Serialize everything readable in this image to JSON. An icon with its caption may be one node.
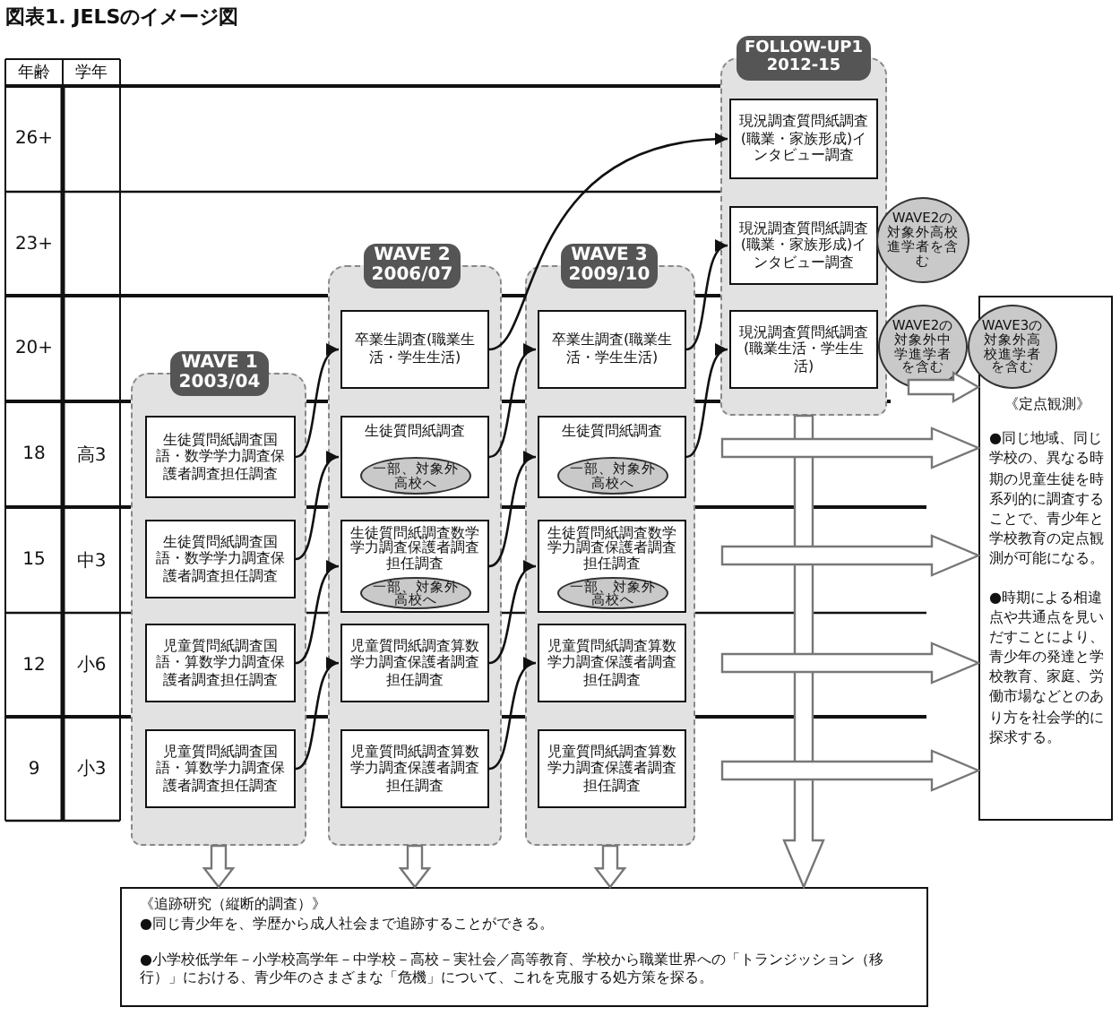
{
  "diagram": {
    "title": "図表1. JELSのイメージ図",
    "nodes": [
      {
        "text": [
          "WAVE 1 2003/04"
        ]
      },
      {
        "text": [
          "生徒質問紙調査国語・数学学力調査保護者調査担任調査"
        ],
        "in": 0
      },
      {
        "text": [
          "生徒質問紙調査国語・数学学力調査保護者調査担任調査"
        ],
        "in": 0
      },
      {
        "text": [
          "児童質問紙調査国語・算数学力調査保護者調査担任調査"
        ],
        "in": 0
      },
      {
        "text": [
          "児童質問紙調査国語・算数学力調査保護者調査担任調査"
        ],
        "in": 0
      },
      {
        "text": [
          "WAVE 2 2006/07"
        ]
      },
      {
        "text": [
          "卒業生調査(職業生活・学生生活)"
        ],
        "in": 5
      },
      {
        "text": [
          "生徒質問紙調査"
        ],
        "in": 5
      },
      {
        "text": [
          "一部、対象外高校へ"
        ],
        "in": 7
      },
      {
        "text": [
          "生徒質問紙調査数学学力調査保護者調査担任調査"
        ],
        "in": 5
      },
      {
        "text": [
          "一部、対象外高校へ"
        ],
        "in": 9
      },
      {
        "text": [
          "児童質問紙調査算数学力調査保護者調査担任調査"
        ],
        "in": 5
      },
      {
        "text": [
          "児童質問紙調査算数学力調査保護者調査担任調査"
        ],
        "in": 5
      },
      {
        "text": [
          "WAVE 3 2009/10"
        ]
      },
      {
        "text": [
          "卒業生調査(職業生活・学生生活)"
        ],
        "in": 13
      },
      {
        "text": [
          "生徒質問紙調査"
        ],
        "in": 13
      },
      {
        "text": [
          "一部、対象外高校へ"
        ],
        "in": 15
      },
      {
        "text": [
          "生徒質問紙調査数学学力調査保護者調査担任調査"
        ],
        "in": 13
      },
      {
        "text": [
          "一部、対象外高校へ"
        ],
        "in": 17
      },
      {
        "text": [
          "児童質問紙調査算数学力調査保護者調査担任調査"
        ],
        "in": 13
      },
      {
        "text": [
          "児童質問紙調査算数学力調査保護者調査担任調査"
        ],
        "in": 13
      },
      {
        "text": [
          "FOLLOW-UP1 2012-15"
        ]
      },
      {
        "text": [
          "現況調査質問紙調査(職業・家族形成)インタビュー調査"
        ],
        "in": 21
      },
      {
        "text": [
          "現況調査質問紙調査(職業・家族形成)インタビュー調査"
        ],
        "in": 21
      },
      {
        "text": [
          "現況調査質問紙調査(職業生活・学生生活)"
        ],
        "in": 21
      },
      {
        "text": [
          "WAVE2の対象外高校進学者を含む"
        ]
      },
      {
        "text": [
          "WAVE2の対象外中学進学者を含む"
        ]
      },
      {
        "text": [
          "WAVE3の対象外高校進学者を含む"
        ]
      },
      {
        "text": [
          "《定点観測》",
          "●同じ地域、同じ学校の、異なる時期の児童生徒を時系列的に調査することで、青少年と学校教育の定点観測が可能になる。",
          "●時期による相違点や共通点を見いだすことにより、青少年の発達と学校教育、家庭、労働市場などとのあり方を社会学的に探求する。"
        ]
      },
      {
        "text": [
          "《追跡研究（縦断的調査）》",
          "●同じ青少年を、学歴から成人社会まで追跡することができる。",
          "●小学校低学年－小学校高学年－中学校－高校－実社会／高等教育、学校から職業世界への「トランジッション（移行）」における、青少年のさまざまな「危機」について、これを克服する処方策を探る。"
        ]
      }
    ],
    "edges": [
      {
        "from": 1,
        "to": 6,
        "arrow": "to"
      },
      {
        "from": 2,
        "to": 7,
        "arrow": "to"
      },
      {
        "from": 3,
        "to": 9,
        "arrow": "to"
      },
      {
        "from": 4,
        "to": 11,
        "arrow": "to"
      },
      {
        "from": 6,
        "to": 22,
        "arrow": "to"
      },
      {
        "from": 7,
        "to": 14,
        "arrow": "to"
      },
      {
        "from": 9,
        "to": 15,
        "arrow": "to"
      },
      {
        "from": 11,
        "to": 17,
        "arrow": "to"
      },
      {
        "from": 12,
        "to": 19,
        "arrow": "to"
      },
      {
        "from": 14,
        "to": 23,
        "arrow": "to"
      },
      {
        "from": 15,
        "to": 24,
        "arrow": "to"
      },
      {
        "from": 0,
        "to": 29,
        "arrow": "to",
        "style": "thick"
      },
      {
        "from": 5,
        "to": 29,
        "arrow": "to",
        "style": "thick"
      },
      {
        "from": 13,
        "to": 29,
        "arrow": "to",
        "style": "thick"
      },
      {
        "from": 21,
        "to": 29,
        "arrow": "to",
        "style": "thick"
      },
      {
        "from": null,
        "to": 28,
        "arrow": "to",
        "style": "thick"
      },
      {
        "from": null,
        "to": 28,
        "arrow": "to",
        "style": "thick"
      },
      {
        "from": null,
        "to": 28,
        "arrow": "to",
        "style": "thick"
      },
      {
        "from": null,
        "to": 28,
        "arrow": "to",
        "style": "thick"
      },
      {
        "from": null,
        "to": 28,
        "arrow": "to",
        "style": "thick"
      }
    ],
    "labels": [
      "年齢",
      "学年",
      "26+",
      "23+",
      "20+",
      "18",
      "高3",
      "15",
      "中3",
      "12",
      "小6",
      "9",
      "小3"
    ]
  }
}
